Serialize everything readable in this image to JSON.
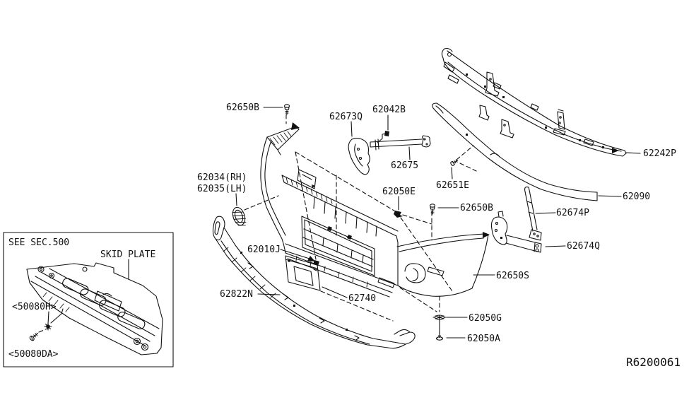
{
  "diagram": {
    "ref_code": "R6200061",
    "callouts": [
      {
        "id": "62650b-top",
        "part": "62650B"
      },
      {
        "id": "62673q",
        "part": "62673Q"
      },
      {
        "id": "62042b",
        "part": "62042B"
      },
      {
        "id": "62675",
        "part": "62675"
      },
      {
        "id": "62242p",
        "part": "62242P"
      },
      {
        "id": "62034",
        "part": "62034(RH)"
      },
      {
        "id": "62035",
        "part": "62035(LH)"
      },
      {
        "id": "62050e",
        "part": "62050E"
      },
      {
        "id": "62651e",
        "part": "62651E"
      },
      {
        "id": "62090",
        "part": "62090"
      },
      {
        "id": "62650b-mid",
        "part": "62650B"
      },
      {
        "id": "62674p",
        "part": "62674P"
      },
      {
        "id": "62674q",
        "part": "62674Q"
      },
      {
        "id": "62650s",
        "part": "62650S"
      },
      {
        "id": "62010j",
        "part": "62010J"
      },
      {
        "id": "62822n",
        "part": "62822N"
      },
      {
        "id": "62740",
        "part": "62740"
      },
      {
        "id": "62050g",
        "part": "62050G"
      },
      {
        "id": "62050a",
        "part": "62050A"
      }
    ],
    "inset": {
      "note": "SEE SEC.500",
      "title": "SKID PLATE",
      "clip_label": "<50080H>",
      "bolt_label": "<50080DA>"
    },
    "line_color": "#111111",
    "background_color": "#ffffff"
  }
}
